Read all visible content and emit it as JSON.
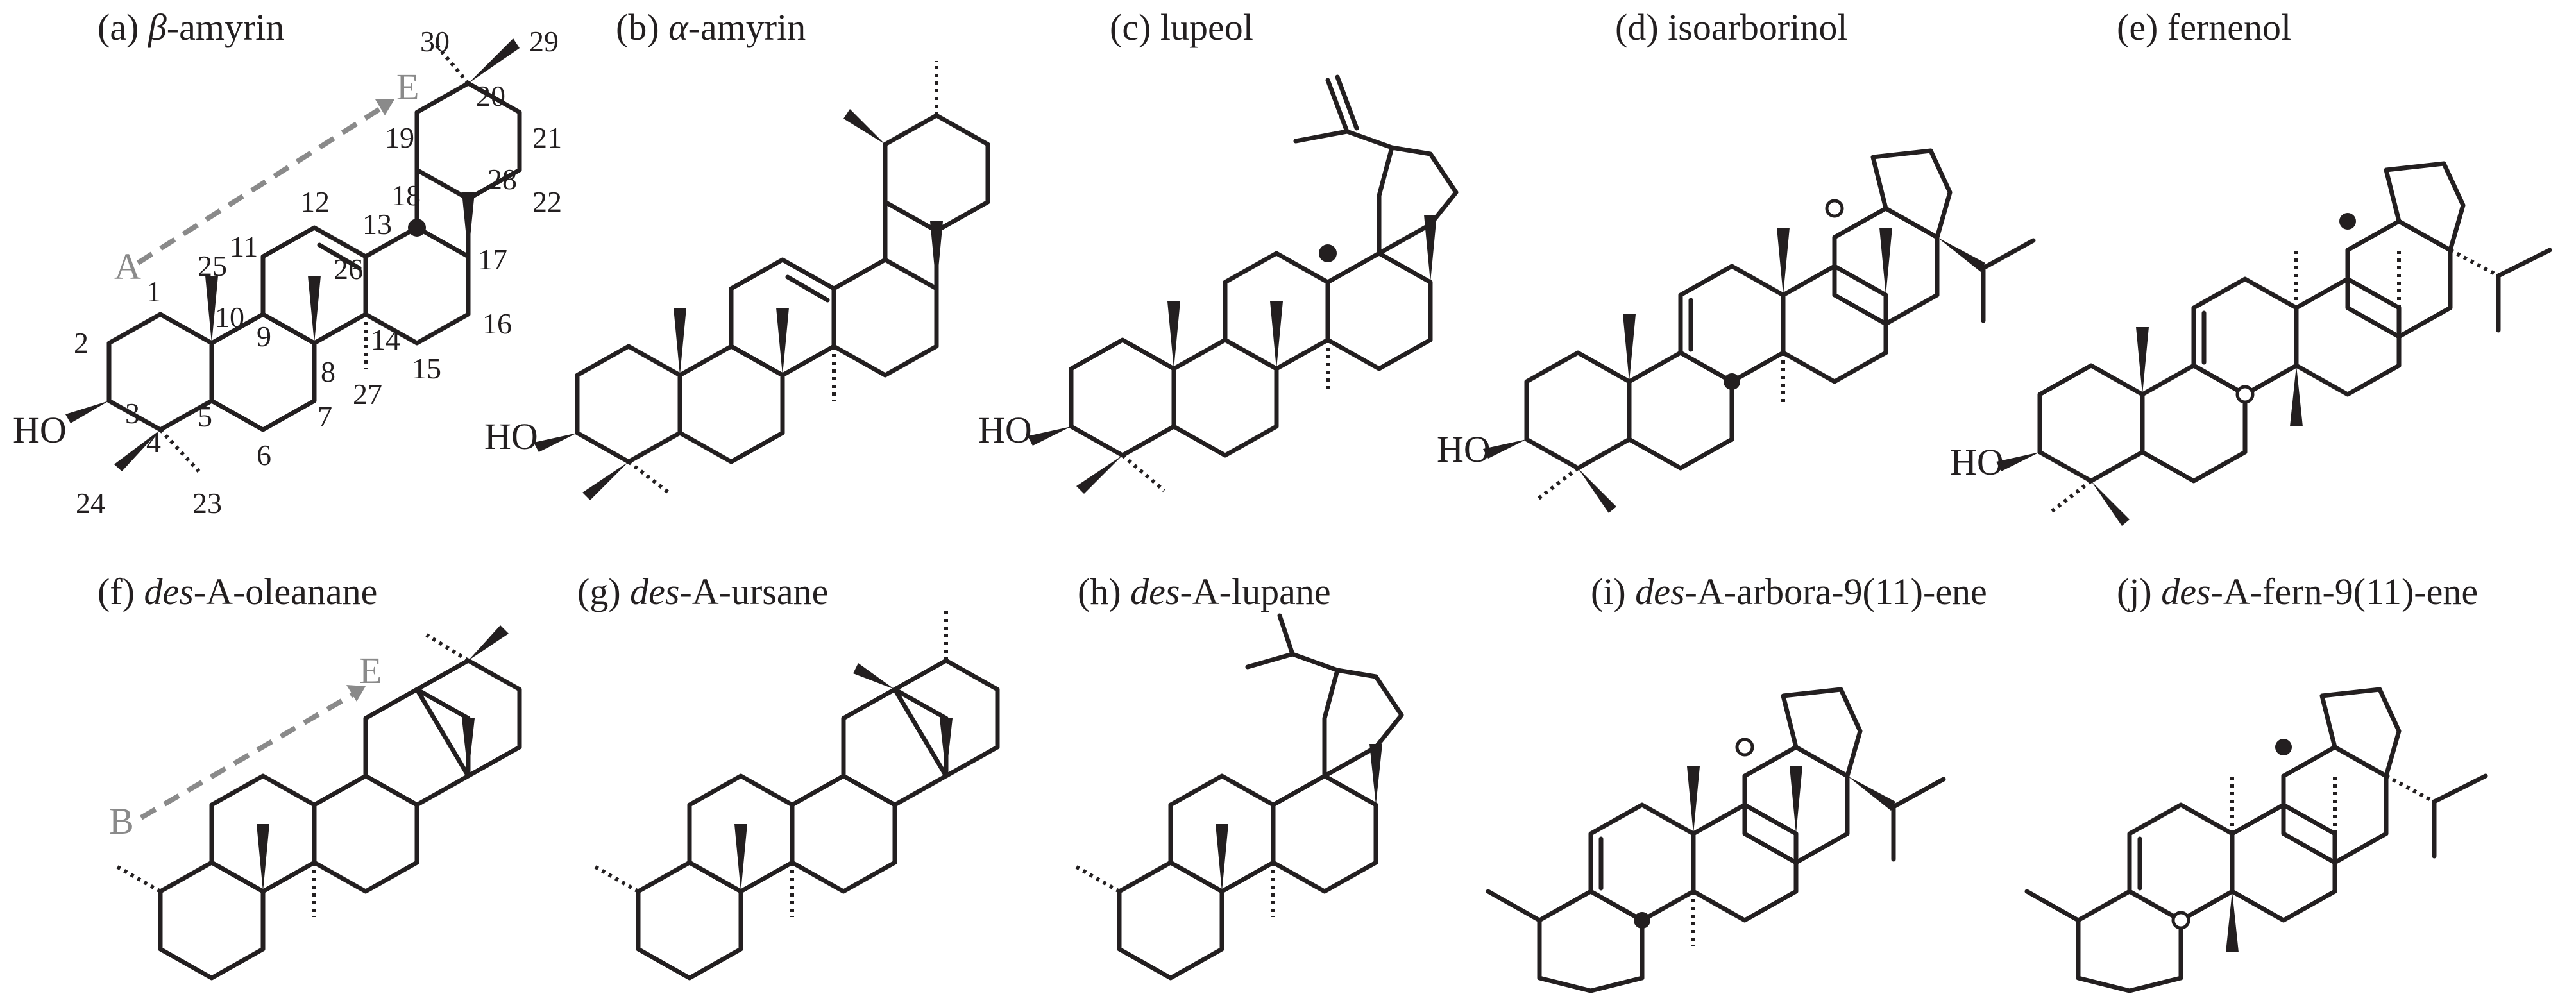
{
  "panels": [
    {
      "label": "(a) ",
      "name": "β",
      "rest": "-amyrin"
    },
    {
      "label": "(b) ",
      "name": "α",
      "rest": "-amyrin"
    },
    {
      "label": "(c) ",
      "name": "",
      "rest": "lupeol"
    },
    {
      "label": "(d) ",
      "name": "",
      "rest": "isoarborinol"
    },
    {
      "label": "(e) ",
      "name": "",
      "rest": "fernenol"
    },
    {
      "label": "(f) ",
      "name": "des",
      "rest": "-A-oleanane"
    },
    {
      "label": "(g) ",
      "name": "des",
      "rest": "-A-ursane"
    },
    {
      "label": "(h) ",
      "name": "des",
      "rest": "-A-lupane"
    },
    {
      "label": "(i) ",
      "name": "des",
      "rest": "-A-arbora-9(11)-ene"
    },
    {
      "label": "(j) ",
      "name": "des",
      "rest": "-A-fern-9(11)-ene"
    }
  ],
  "substituents": {
    "hydroxyl": "HO"
  },
  "ring_markers": {
    "ring_a": "A",
    "ring_b": "B",
    "ring_e": "E"
  },
  "carbon_numbers": [
    "1",
    "2",
    "3",
    "4",
    "5",
    "6",
    "7",
    "8",
    "9",
    "10",
    "11",
    "12",
    "13",
    "14",
    "15",
    "16",
    "17",
    "18",
    "19",
    "20",
    "21",
    "22",
    "23",
    "24",
    "25",
    "26",
    "27",
    "28",
    "29",
    "30"
  ],
  "colors": {
    "structure": "#231f20",
    "ring_marker": "#8a8a8a",
    "background": "#ffffff"
  }
}
